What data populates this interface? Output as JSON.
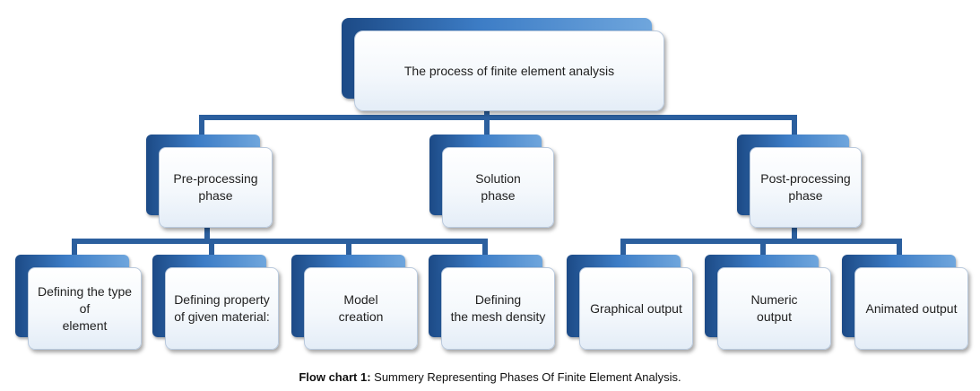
{
  "nodes": {
    "root": "The process of finite element analysis",
    "pre": "Pre-processing\nphase",
    "solution": "Solution\nphase",
    "post": "Post-processing\nphase",
    "type": "Defining the type\nof\nelement",
    "property": "Defining property\nof given material:",
    "model": "Model\ncreation",
    "mesh": "Defining\nthe mesh density",
    "graphical": "Graphical output",
    "numeric": "Numeric\noutput",
    "animated": "Animated output"
  },
  "caption": {
    "label": "Flow chart 1:",
    "text": " Summery Representing Phases Of Finite Element Analysis."
  },
  "colors": {
    "connector": "#2b5f9e",
    "box_back": "#3d7dc6"
  }
}
